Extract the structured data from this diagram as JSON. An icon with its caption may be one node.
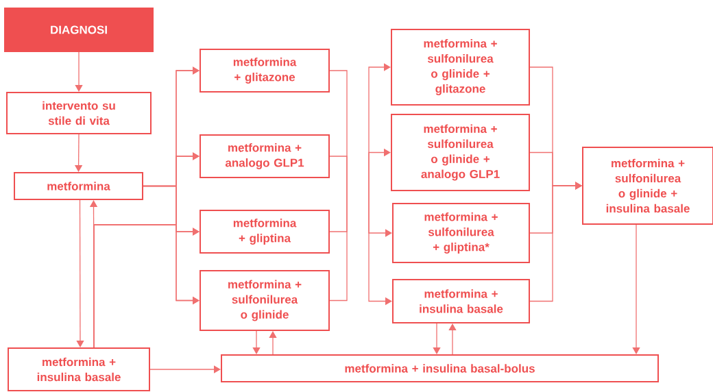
{
  "diagram": {
    "nodes": [
      {
        "text": [
          "DIAGNOSI"
        ]
      },
      {
        "text": [
          "intervento su stile di vita"
        ]
      },
      {
        "text": [
          "metformina"
        ]
      },
      {
        "text": [
          "metformina + insulina basale"
        ]
      },
      {
        "text": [
          "metformina + glitazone"
        ]
      },
      {
        "text": [
          "metformina + analogo GLP1"
        ]
      },
      {
        "text": [
          "metformina + gliptina"
        ]
      },
      {
        "text": [
          "metformina + sulfonilurea o glinide"
        ]
      },
      {
        "text": [
          "metformina + sulfonilurea o glinide + glitazone"
        ]
      },
      {
        "text": [
          "metformina + sulfonilurea o glinide + analogo GLP1"
        ]
      },
      {
        "text": [
          "metformina + sulfonilurea + gliptina*"
        ]
      },
      {
        "text": [
          "metformina + insulina basale"
        ]
      },
      {
        "text": [
          "metformina + sulfonilurea o glinide + insulina basale"
        ]
      },
      {
        "text": [
          "metformina + insulina basal-bolus"
        ]
      }
    ],
    "edges": [
      {
        "from": 0,
        "to": 1,
        "arrow": "to"
      },
      {
        "from": 1,
        "to": 2,
        "arrow": "to"
      },
      {
        "from": 2,
        "to": 4,
        "arrow": "to"
      },
      {
        "from": 2,
        "to": 5,
        "arrow": "to"
      },
      {
        "from": 2,
        "to": 6,
        "arrow": "to"
      },
      {
        "from": 2,
        "to": 7,
        "arrow": "to"
      },
      {
        "from": 2,
        "to": 3,
        "arrow": "to"
      },
      {
        "from": 3,
        "to": 2,
        "arrow": "to"
      },
      {
        "from": 3,
        "to": 4,
        "arrow": "to"
      },
      {
        "from": 3,
        "to": 5,
        "arrow": "to"
      },
      {
        "from": 3,
        "to": 6,
        "arrow": "to"
      },
      {
        "from": 3,
        "to": 7,
        "arrow": "to"
      },
      {
        "from": 4,
        "to": null,
        "arrow": "none"
      },
      {
        "from": 5,
        "to": null,
        "arrow": "none"
      },
      {
        "from": 6,
        "to": null,
        "arrow": "none"
      },
      {
        "from": 7,
        "to": null,
        "arrow": "none"
      },
      {
        "from": null,
        "to": 8,
        "arrow": "to"
      },
      {
        "from": null,
        "to": 9,
        "arrow": "to"
      },
      {
        "from": null,
        "to": 10,
        "arrow": "to"
      },
      {
        "from": null,
        "to": 11,
        "arrow": "to"
      },
      {
        "from": 8,
        "to": 12,
        "arrow": "to"
      },
      {
        "from": 9,
        "to": 12,
        "arrow": "to"
      },
      {
        "from": 10,
        "to": 12,
        "arrow": "to"
      },
      {
        "from": 11,
        "to": 12,
        "arrow": "to"
      },
      {
        "from": 7,
        "to": 13,
        "arrow": "to"
      },
      {
        "from": 13,
        "to": 7,
        "arrow": "to"
      },
      {
        "from": 11,
        "to": 13,
        "arrow": "to"
      },
      {
        "from": 13,
        "to": 11,
        "arrow": "to"
      },
      {
        "from": 12,
        "to": 13,
        "arrow": "to"
      },
      {
        "from": 3,
        "to": 13,
        "arrow": "to"
      }
    ]
  }
}
